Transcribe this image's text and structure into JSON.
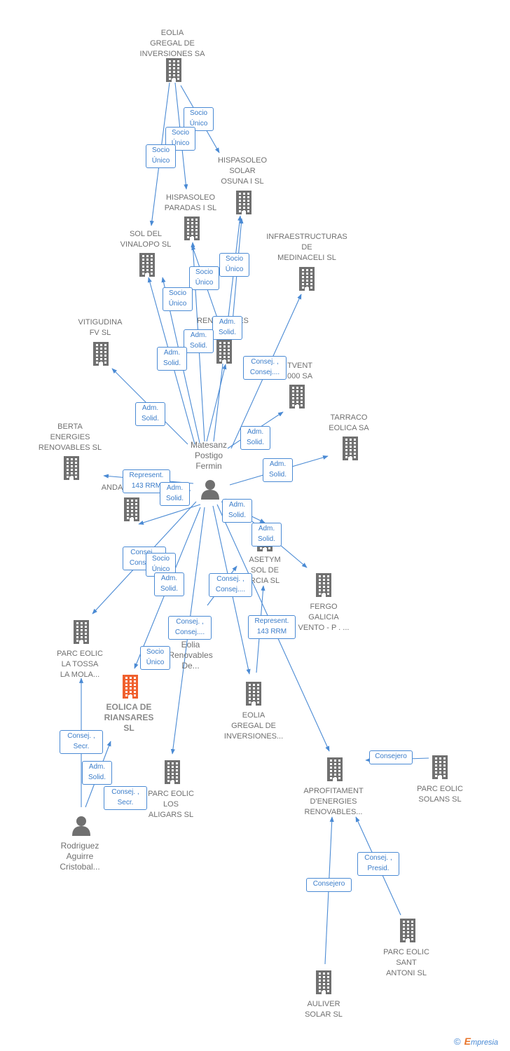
{
  "colors": {
    "company": "#707070",
    "focus": "#f0602e",
    "edge": "#4a8ad4",
    "edge_text": "#3a7cc9"
  },
  "nodes": [
    {
      "id": "n0",
      "kind": "company",
      "label": "EOLIA\nGREGAL DE\nINVERSIONES SA"
    },
    {
      "id": "n1",
      "kind": "company",
      "label": "HISPASOLEO\nSOLAR\nOSUNA I SL"
    },
    {
      "id": "n2",
      "kind": "company",
      "label": "HISPASOLEO\nPARADAS I SL"
    },
    {
      "id": "n3",
      "kind": "company",
      "label": "SOL DEL\nVINALOPO SL"
    },
    {
      "id": "n4",
      "kind": "company",
      "label": "INFRAESTRUCTURAS\nDE\nMEDINACELI SL"
    },
    {
      "id": "n5",
      "kind": "company",
      "label": "VITIGUDINA\nFV SL"
    },
    {
      "id": "n6",
      "kind": "company",
      "label": "RENOVABLES\nA"
    },
    {
      "id": "n7",
      "kind": "company",
      "label": "TVENT\n000 SA"
    },
    {
      "id": "n8",
      "kind": "company",
      "label": "TARRACO\nEOLICA SA"
    },
    {
      "id": "n9",
      "kind": "company",
      "label": "BERTA\nENERGIES\nRENOVABLES SL"
    },
    {
      "id": "n10",
      "kind": "person",
      "label": "Matesanz\nPostigo\nFermin"
    },
    {
      "id": "n11",
      "kind": "company",
      "label": "ANDA"
    },
    {
      "id": "n12",
      "kind": "company",
      "label": "ASETYM\nSOL DE\nRCIA SL"
    },
    {
      "id": "n13",
      "kind": "company",
      "label": "FERGO\nGALICIA\nVENTO - P . ..."
    },
    {
      "id": "n14",
      "kind": "company",
      "label": "PARC EOLIC\nLA TOSSA\nLA MOLA..."
    },
    {
      "id": "n15",
      "kind": "focus",
      "label": "EOLICA DE\nRIANSARES\nSL"
    },
    {
      "id": "n16",
      "kind": "person",
      "label": "Eolia\nRenovables\nDe..."
    },
    {
      "id": "n17",
      "kind": "company",
      "label": "EOLIA\nGREGAL DE\nINVERSIONES..."
    },
    {
      "id": "n18",
      "kind": "company",
      "label": "PARC EOLIC\nLOS\nALIGARS SL"
    },
    {
      "id": "n19",
      "kind": "company",
      "label": "APROFITAMENT\nD'ENERGIES\nRENOVABLES..."
    },
    {
      "id": "n20",
      "kind": "company",
      "label": "PARC EOLIC\nSOLANS SL"
    },
    {
      "id": "n21",
      "kind": "person",
      "label": "Rodriguez\nAguirre\nCristobal..."
    },
    {
      "id": "n22",
      "kind": "company",
      "label": "PARC EOLIC\nSANT\nANTONI SL"
    },
    {
      "id": "n23",
      "kind": "company",
      "label": "AULIVER\nSOLAR  SL"
    }
  ],
  "edge_labels": [
    {
      "id": "e0",
      "text": "Socio\nÚnico"
    },
    {
      "id": "e1",
      "text": "Socio\nÚnico"
    },
    {
      "id": "e2",
      "text": "Socio\nÚnico"
    },
    {
      "id": "e3",
      "text": "Socio\nÚnico"
    },
    {
      "id": "e4",
      "text": "Socio\nÚnico"
    },
    {
      "id": "e5",
      "text": "Socio\nÚnico"
    },
    {
      "id": "e6",
      "text": "Adm.\nSolid."
    },
    {
      "id": "e7",
      "text": "Adm.\nSolid."
    },
    {
      "id": "e8",
      "text": "Adm.\nSolid."
    },
    {
      "id": "e9",
      "text": "Consej. ,\nConsej...."
    },
    {
      "id": "e10",
      "text": "Adm.\nSolid."
    },
    {
      "id": "e11",
      "text": "Adm.\nSolid."
    },
    {
      "id": "e12",
      "text": "Adm.\nSolid."
    },
    {
      "id": "e13",
      "text": "Represent.\n143 RRM"
    },
    {
      "id": "e14",
      "text": "Adm.\nSolid."
    },
    {
      "id": "e15",
      "text": "Adm.\nSolid."
    },
    {
      "id": "e16",
      "text": "Adm.\nSolid."
    },
    {
      "id": "e17",
      "text": "Consej. ,\nConsej...."
    },
    {
      "id": "e18",
      "text": "Socio\nÚnico"
    },
    {
      "id": "e19",
      "text": "Adm.\nSolid."
    },
    {
      "id": "e20",
      "text": "Consej. ,\nConsej...."
    },
    {
      "id": "e21",
      "text": "Consej. ,\nConsej...."
    },
    {
      "id": "e22",
      "text": "Represent.\n143 RRM"
    },
    {
      "id": "e23",
      "text": "Socio\nÚnico"
    },
    {
      "id": "e24",
      "text": "Consej. ,\nSecr."
    },
    {
      "id": "e25",
      "text": "Adm.\nSolid."
    },
    {
      "id": "e26",
      "text": "Consej. ,\nSecr."
    },
    {
      "id": "e27",
      "text": "Consejero"
    },
    {
      "id": "e28",
      "text": "Consej. ,\nPresid."
    },
    {
      "id": "e29",
      "text": "Consejero"
    }
  ],
  "footer": {
    "copyright": "©",
    "brand_initial": "E",
    "brand_rest": "mpresia"
  }
}
